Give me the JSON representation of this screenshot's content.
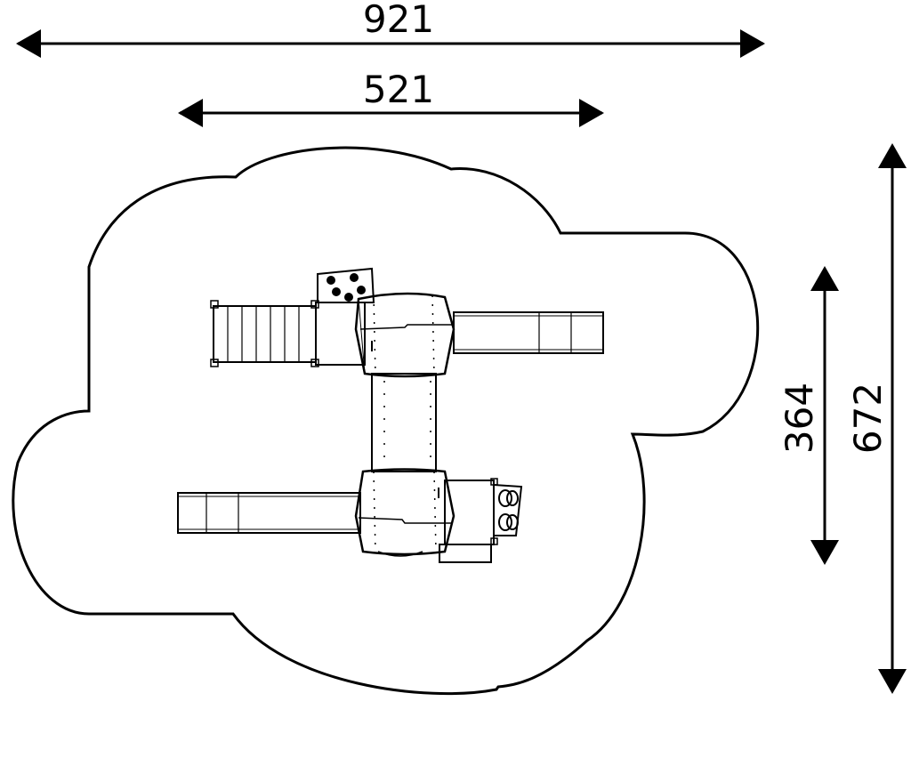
{
  "dimensions": {
    "overall_width": "921",
    "structure_width": "521",
    "structure_depth": "364",
    "overall_depth": "672"
  },
  "colors": {
    "stroke": "#000000",
    "background": "#ffffff"
  }
}
